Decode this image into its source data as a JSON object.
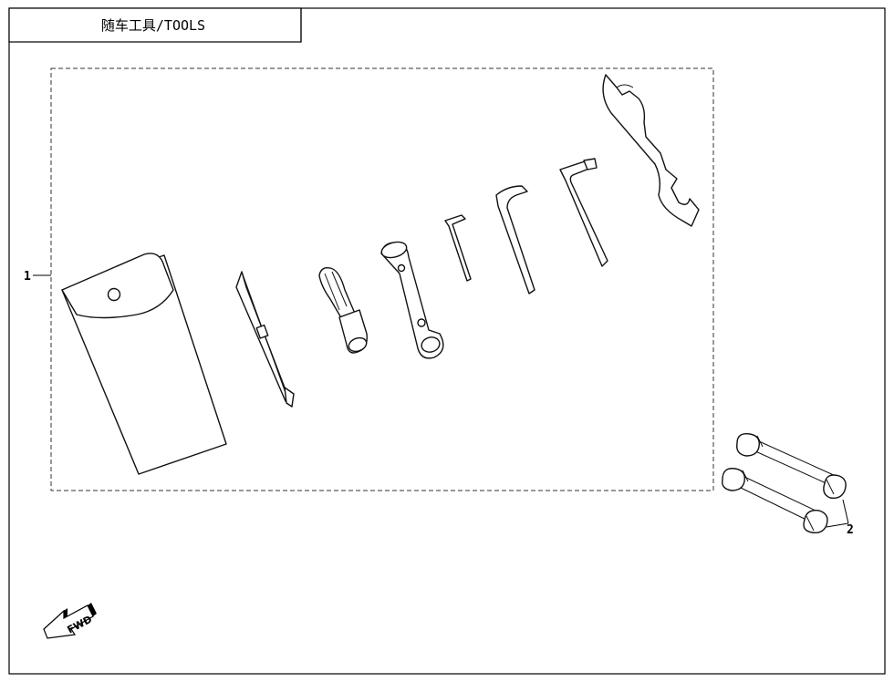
{
  "diagram": {
    "title": "随车工具/TOOLS",
    "callouts": [
      {
        "id": "1",
        "label": "1"
      },
      {
        "id": "2",
        "label": "2"
      }
    ],
    "fwd_label": "FWD",
    "parts": [
      {
        "name": "tool-pouch"
      },
      {
        "name": "screwdriver"
      },
      {
        "name": "screwdriver-handle"
      },
      {
        "name": "spark-plug-wrench"
      },
      {
        "name": "hex-key-small"
      },
      {
        "name": "hex-key-medium"
      },
      {
        "name": "hex-key-large"
      },
      {
        "name": "hook-spanner"
      },
      {
        "name": "spark-plug-puller"
      }
    ]
  }
}
